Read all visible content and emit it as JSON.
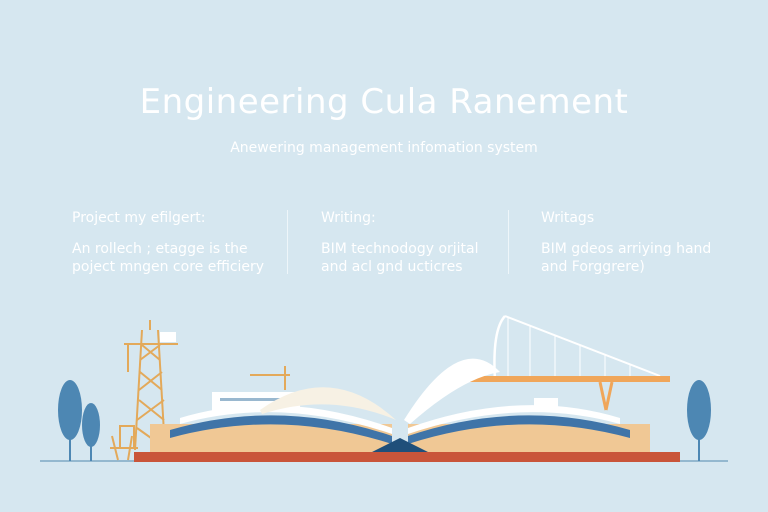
{
  "header": {
    "title": "Engineering Cula Ranement",
    "subtitle": "Anewering management infomation system"
  },
  "columns": [
    {
      "heading": "Project my efilgert:",
      "body": [
        "An rollech ; etagge is the",
        "poject mngen core efficiery"
      ]
    },
    {
      "heading": "Writing:",
      "body": [
        "BIM technodogy orjital",
        "and acl gnd ucticres"
      ]
    },
    {
      "heading": "Writags",
      "body": [
        "BIM gdeos arriying hand",
        "and Forggrere)"
      ]
    }
  ],
  "colors": {
    "background": "#d6e7f0",
    "crane": "#e3a95a",
    "tree": "#4d87b3",
    "book_base": "#c9553a",
    "book_cover": "#f0c895",
    "page_stripe": "#3f74a8",
    "bridge": "#f0a65a"
  },
  "icons": [
    "crane-icon",
    "tree-icon",
    "open-book-icon",
    "ship-icon",
    "bridge-icon"
  ]
}
